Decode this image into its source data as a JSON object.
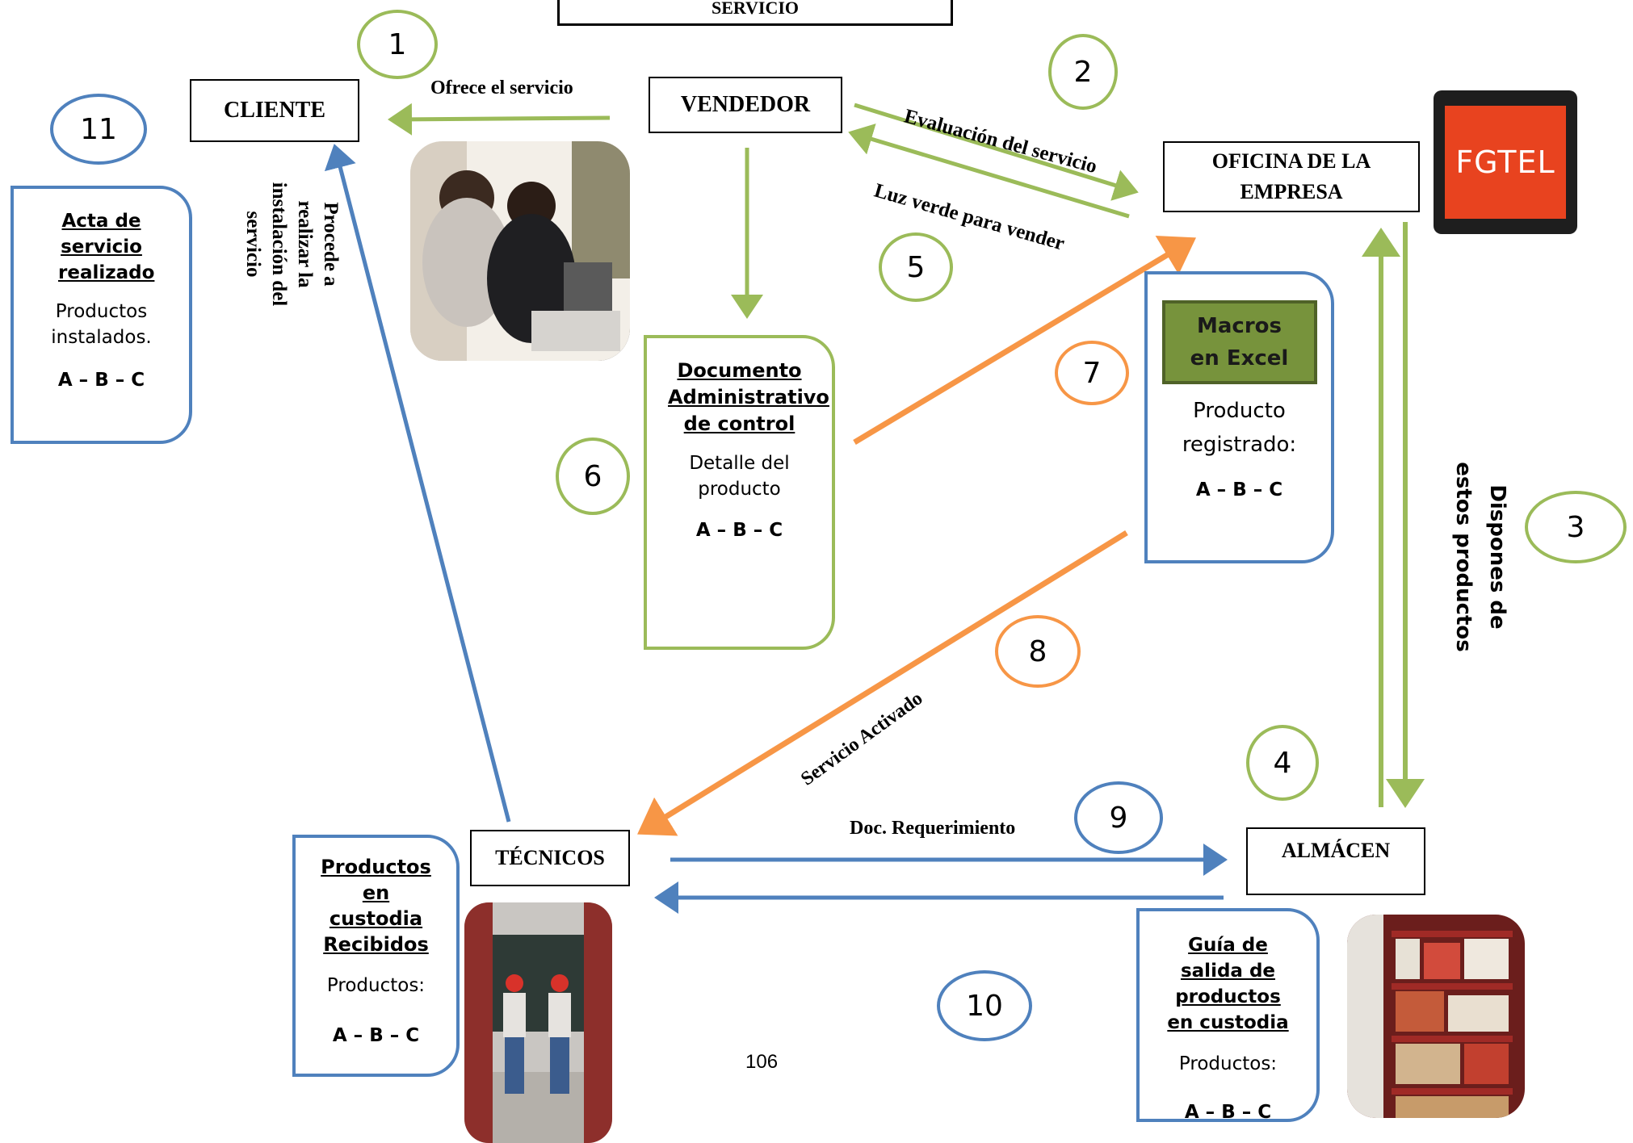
{
  "title_fragment": "SERVICIO",
  "nodes": {
    "cliente": "CLIENTE",
    "vendedor": "VENDEDOR",
    "oficina": "OFICINA DE LA EMPRESA",
    "tecnicos": "TÉCNICOS",
    "almacen": "ALMÁCEN"
  },
  "logo_text": "FGTEL",
  "steps": [
    "1",
    "2",
    "3",
    "4",
    "5",
    "6",
    "7",
    "8",
    "9",
    "10",
    "11"
  ],
  "arrows": {
    "a1": "Ofrece el servicio",
    "a2": "Evaluación del servicio",
    "a5": "Luz verde para vender",
    "a3": "Dispones de estos productos",
    "a_instalacion": "Procede a realizar la instalación del servicio",
    "a8": "Servicio Activado",
    "a9": "Doc. Requerimiento"
  },
  "cards": {
    "acta": {
      "title": "Acta de servicio realizado",
      "body": "Productos instalados.",
      "items": "A – B – C"
    },
    "documento": {
      "title": "Documento Administrativo de control",
      "body": "Detalle del producto",
      "items": "A – B – C"
    },
    "macros": {
      "header": "Macros en Excel",
      "body": "Producto registrado:",
      "items": "A – B – C"
    },
    "custodia": {
      "title": "Productos en custodia Recibidos",
      "body": "Productos:",
      "items": "A – B – C"
    },
    "guia": {
      "title": "Guía de salida de productos en custodia",
      "body": "Productos:",
      "items": "A – B – C"
    }
  },
  "page_number": "106",
  "colors": {
    "green": "#9bbb59",
    "blue": "#4f81bd",
    "orange": "#f79646",
    "excel_header": "#77933c",
    "logo_bg": "#e8431f"
  }
}
